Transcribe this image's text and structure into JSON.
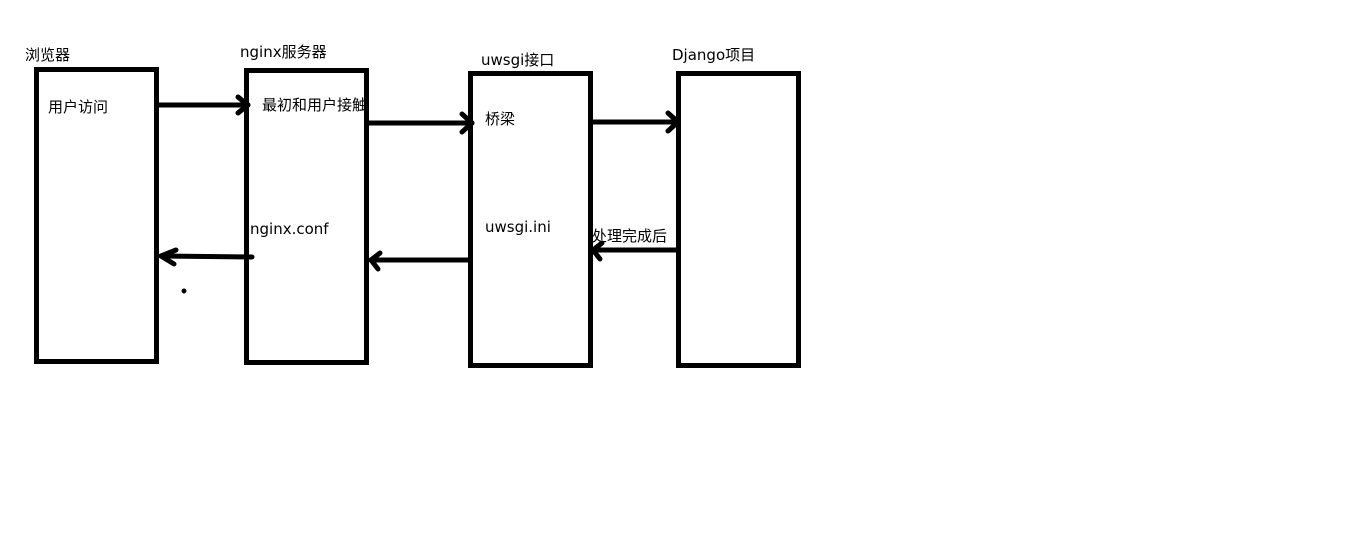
{
  "colors": {
    "ink": "#000000",
    "background": "#ffffff"
  },
  "boxes": {
    "browser": {
      "title": "浏览器",
      "text": "用户访问"
    },
    "nginx": {
      "title": "nginx服务器",
      "text": "最初和用户接触",
      "config": "nginx.conf"
    },
    "uwsgi": {
      "title": "uwsgi接口",
      "text": "桥梁",
      "config": "uwsgi.ini"
    },
    "django": {
      "title": "Django项目"
    }
  },
  "arrows": {
    "return_label": "处理完成后"
  }
}
